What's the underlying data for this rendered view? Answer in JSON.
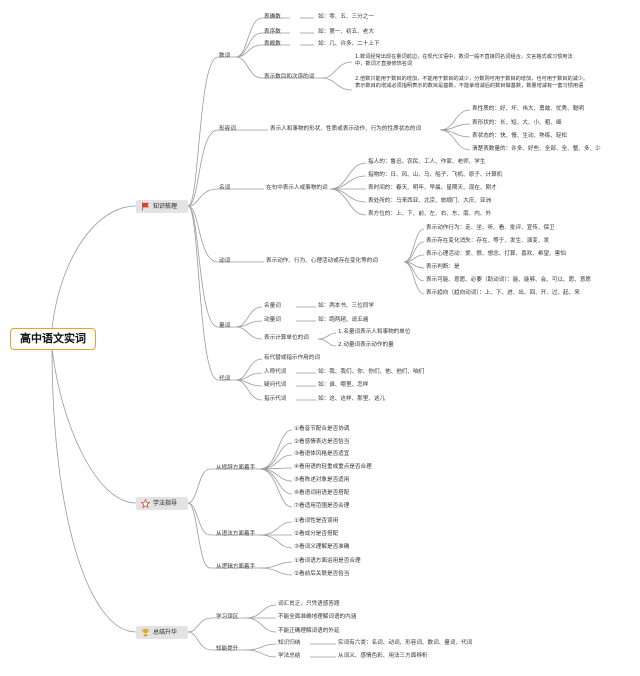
{
  "root": "高中语文实词",
  "branches": {
    "b1": "知识梳理",
    "b2": "学法指导",
    "b3": "总结升华"
  },
  "icons": {
    "b1": "flag-icon",
    "b2": "star-icon",
    "b3": "trophy-icon"
  },
  "colors": {
    "root_border": "#f0a02a",
    "flag": "#e23a2f",
    "star": "#e23a2f",
    "trophy": "#e8a81c"
  },
  "n": {
    "shuci": "数词",
    "biaoshu": "表确数",
    "biaoshu_ex": "如：零、五、三分之一",
    "biaoxu": "表序数",
    "biaoxu_ex": "如：第一、初五、老大",
    "biaogai": "表概数",
    "biaogai_ex": "如：几、许多、二十上下",
    "shumu": "表示数目和次序的词",
    "shumu_n1": "1.数词经常出现在量词前边，在现代汉语中，数词一般不直接同名词组合，文言格式或习惯用法中，数词才直接修饰名词",
    "shumu_n2": "2.倍数只能用于数目的增加，不能用于数目的减少，分数则可用于数目的增加，也可用于数目的减少。表示数目的增减必须指明表示的数目是基数，不能拿增减后的数目做基数，数量增减有一套习惯用语",
    "xingrongci": "形容词",
    "xr_desc": "表示人和事物的形状、性质或表示动作、行为的性质状态的词",
    "xr_1": "表性质的：好、坏、伟大、勇敢、优秀、聪明",
    "xr_2": "表形状的：长、短、大、小、粗、细",
    "xr_3": "表状态的：快、慢、生动、熟练、轻松",
    "xr_4": "清楚表数量的：许多、好些、全部、全、整、多、少",
    "mingci": "名词",
    "mc_desc": "在句中表示人或事物的词",
    "mc_1": "指人的：鲁迅、农民、工人、作家、老师、学生",
    "mc_2": "指物的：日、风、山、马、船子、飞机、原子、计算机",
    "mc_3": "表时间的：春天、明年、早晨、星期天、现在、刚才",
    "mc_4": "表处所的：马来西亚、北京、旅顺门、大庆、亚洲",
    "mc_5": "表方位的：上、下、前、左、右、东、南、内、外",
    "dongci": "动词",
    "dc_desc": "表示动作、行为、心理活动或存在变化等的词",
    "dc_1": "表示动作行为：走、坐、听、看、批评、宣传、保卫",
    "dc_2": "表示存在变化消失：存在、等于、发生、演变、发",
    "dc_3": "表示心理活动：爱、恨、想念、打算、喜欢、希望、害怕",
    "dc_4": "表示判断：是",
    "dc_5": "表示可能、意愿、必要（助动词）：能、能够、会、可以、愿、意愿",
    "dc_6": "表示趋向（趋向动词）：上、下、进、出、回、开、过、起、来",
    "liangci": "量词",
    "lc_1": "名量词",
    "lc_1_ex": "如：两本书、三位同学",
    "lc_2": "动量词",
    "lc_2_ex": "如：跑两趟、说五遍",
    "lc_3": "表示计算单位的词",
    "lc_3_a": "1.名量词表示人和事物的单位",
    "lc_3_b": "2.动量词表示动作的量",
    "daici": "代词",
    "dai_desc": "有代替或指示作用的词",
    "dai_1": "人称代词",
    "dai_1_ex": "如：我、我们、你、你们、他、他们、咱们",
    "dai_2": "疑问代词",
    "dai_2_ex": "如：谁、哪里、怎样",
    "dai_3": "指示代词",
    "dai_3_ex": "如：这、这样、那里、这儿",
    "cixiu": "从修辞方面着手",
    "cx_1": "①看音节配合是否协调",
    "cx_2": "②看感情表达是否恰当",
    "cx_3": "③看语体风格是否适宜",
    "cx_4": "④看用语的轻重或重点是否合理",
    "cx_5": "⑤看陈述对象是否适用",
    "cx_6": "⑥看语词用语是否搭配",
    "cx_7": "⑦看适用范围是否合理",
    "yufa": "从语法方面着手",
    "yf_1": "①看词性是否误用",
    "yf_2": "②看成分是否搭配",
    "yf_3": "③看词义理解是否准确",
    "luoji": "从逻辑方面着手",
    "lj_1": "①看词语方面运用是否合理",
    "lj_2": "②看前后关联是否恰当",
    "xuexi": "学习误区",
    "xx_1": "词汇贫乏，只凭语感答题",
    "xx_2": "不能全面准确地理解词语的内涵",
    "xx_3": "不能正确理解词语的外延",
    "tisheng": "知能提升",
    "ts_1": "知识归纳",
    "ts_1_ex": "实词有六类：名词、动词、形容词、数词、量词、代词",
    "ts_2": "学法总结",
    "ts_2_ex": "从词义、感情色彩、用法三方面辨析"
  }
}
